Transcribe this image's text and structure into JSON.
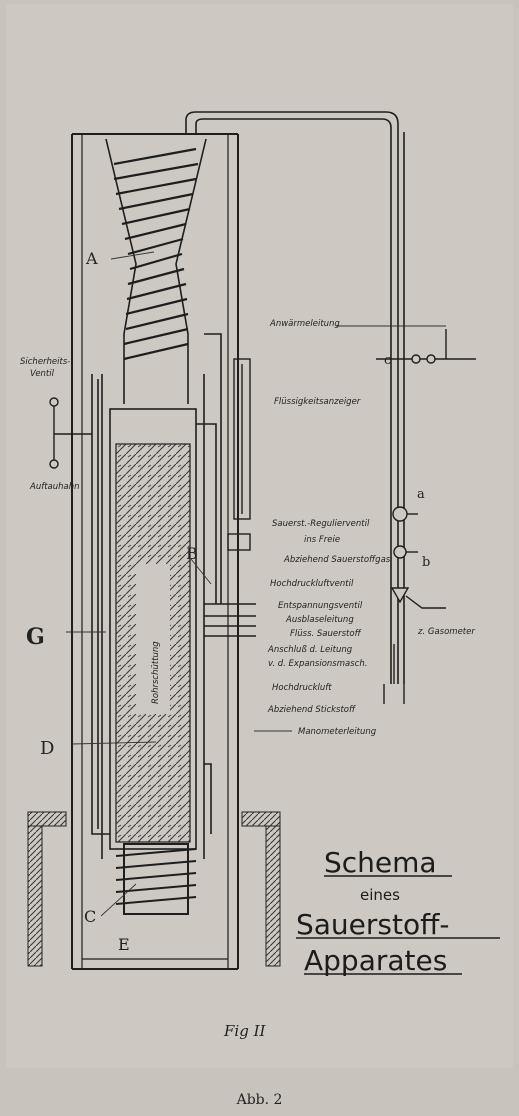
{
  "figure": {
    "labels": {
      "A": "A",
      "B": "B",
      "C": "C",
      "D": "D",
      "E": "E",
      "G": "G",
      "a": "a",
      "b": "b",
      "c": "c"
    },
    "annotations": {
      "anwaermeleitung": "Anwärmeleitung",
      "sicherheitsventil_1": "Sicherheits-",
      "sicherheitsventil_2": "Ventil",
      "auftauhahn": "Auftauhahn",
      "fluessigkeitsanzeiger": "Flüssigkeitsanzeiger",
      "regulierventil": "Sauerst.-Regulierventil",
      "ins_freie": "ins Freie",
      "abziehend_sauerstoffgas": "Abziehend Sauerstoffgas",
      "hochdruckluftventil": "Hochdruckluftventil",
      "entspannungsventil": "Entspannungsventil",
      "ausblaseleitung": "Ausblaseleitung",
      "fluess_sauerstoff": "Flüss. Sauerstoff",
      "gasometer": "z. Gasometer",
      "anschluss_1": "Anschluß d. Leitung",
      "anschluss_2": "v. d. Expansionsmasch.",
      "hochdruckluft": "Hochdruckluft",
      "abziehend_stickstoff": "Abziehend Stickstoff",
      "manometerleitung": "Manometerleitung",
      "rohrschuettung": "Rohrschüttung"
    },
    "title_lines": [
      "Schema",
      "eines",
      "Sauerstoff-",
      "Apparates"
    ],
    "fig_label": "Fig II"
  },
  "caption": "Abb. 2"
}
